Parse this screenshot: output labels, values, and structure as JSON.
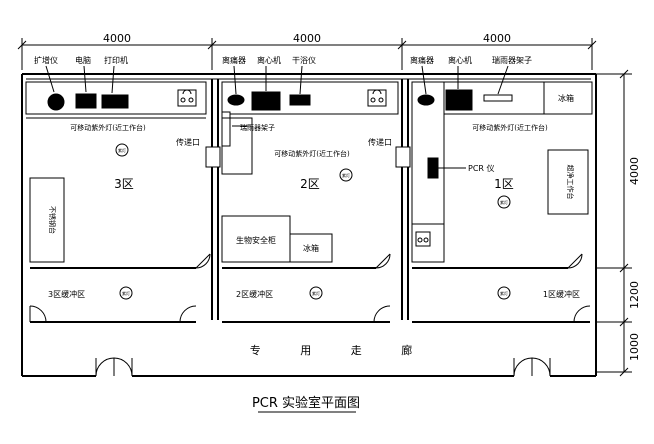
{
  "dimensions": {
    "top": [
      "4000",
      "4000",
      "4000"
    ],
    "right": [
      "4000",
      "1200",
      "1000"
    ]
  },
  "labels": {
    "zone3_equipment": [
      "扩增仪",
      "电脑",
      "打印机"
    ],
    "zone2_equipment": [
      "离痛器",
      "离心机",
      "干浴仪"
    ],
    "zone1_equipment": [
      "离痛器",
      "离心机",
      "瑞雨器架子"
    ],
    "zone1_freezer": "冰箱",
    "zone2_rack": "瑞雨器架子",
    "lamp3": "可移动紫外灯(近工作台)",
    "lamp2": "可移动紫外灯(近工作台)",
    "lamp1": "可移动紫外灯(近工作台)",
    "pass_window_1": "传递口",
    "pass_window_2": "传递口",
    "pcr_device": "PCR 仪",
    "bench_vertical_1": "超净工作台",
    "bench_vertical_3": "不锈钢台",
    "bio_cabinet": "生物安全柜",
    "freezer2": "冰箱",
    "zone3": "3区",
    "zone2": "2区",
    "zone1": "1区",
    "buffer3": "3区缓冲区",
    "buffer2": "2区缓冲区",
    "buffer1": "1区缓冲区",
    "uv_lamp_mark": "紫灯",
    "corridor": "专 用 走 廊",
    "title": "PCR 实验室平面图"
  }
}
